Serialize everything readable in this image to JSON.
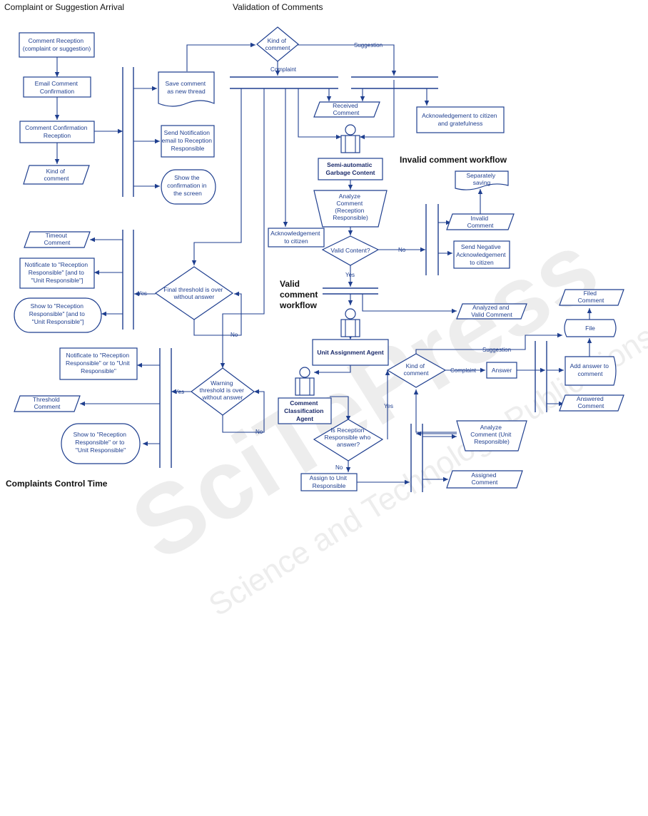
{
  "sections": {
    "arrival": "Complaint or Suggestion Arrival",
    "validation": "Validation of Comments",
    "invalid": "Invalid comment workflow",
    "valid": [
      "Valid",
      "comment",
      "workflow"
    ],
    "control": "Complaints Control Time"
  },
  "arrival": {
    "comment_reception": [
      "Comment Reception",
      "(complaint or suggestion)"
    ],
    "email_confirmation": [
      "Email Comment",
      "Confirmation"
    ],
    "confirmation_reception": [
      "Comment Confirmation",
      "Reception"
    ],
    "kind_of_comment": [
      "Kind of",
      "comment"
    ],
    "save_comment": [
      "Save comment",
      "as new thread"
    ],
    "send_notification": [
      "Send Notification",
      "email to Reception",
      "Responsible"
    ],
    "show_confirmation": [
      "Show the",
      "confirmation in",
      "the screen"
    ]
  },
  "validation": {
    "kind_decision": [
      "Kind of",
      "comment"
    ],
    "suggestion_label": "Suggestion",
    "complaint_label": "Complaint",
    "received_comment": [
      "Received",
      "Comment"
    ],
    "acknowledgement_gratefulness": [
      "Acknowledgement to citizen",
      "and gratefulness"
    ],
    "garbage_agent": [
      "Semi-automatic",
      "Garbage Content"
    ],
    "analyze_reception": [
      "Analyze",
      "Comment",
      "(Reception",
      "Responsible)"
    ],
    "acknowledgement_citizen": [
      "Acknowledgement",
      "to citizen"
    ],
    "valid_decision": [
      "Valid Content?"
    ],
    "no_label": "No",
    "yes_label": "Yes"
  },
  "invalid": {
    "separately_saving": [
      "Separately",
      "saving"
    ],
    "invalid_comment": [
      "Invalid",
      "Comment"
    ],
    "negative_ack": [
      "Send Negative",
      "Acknowledgement",
      "to citizen"
    ]
  },
  "valid": {
    "analyzed_valid": [
      "Analyzed and",
      "Valid Comment"
    ],
    "unit_agent": [
      "Unit Assignment Agent"
    ],
    "classification_agent": [
      "Comment",
      "Classification",
      "Agent"
    ],
    "kind_decision": [
      "Kind of",
      "comment"
    ],
    "suggestion_label": "Suggestion",
    "complaint_label": "Complaint",
    "answer": [
      "Answer"
    ],
    "filed_comment": [
      "Filed",
      "Comment"
    ],
    "file": [
      "File"
    ],
    "add_answer": [
      "Add answer to",
      "comment"
    ],
    "answered_comment": [
      "Answered",
      "Comment"
    ],
    "analyze_unit": [
      "Analyze",
      "Comment (Unit",
      "Responsible)"
    ],
    "reception_decision": [
      "Is Reception",
      "Responsible who",
      "answer?"
    ],
    "yes_label": "Yes",
    "no_label": "No",
    "assign_unit": [
      "Assign to Unit",
      "Responsible"
    ],
    "assigned_comment": [
      "Assigned",
      "Comment"
    ]
  },
  "control": {
    "timeout_comment": [
      "Timeout",
      "Comment"
    ],
    "notificate_and": [
      "Notificate to \"Reception",
      "Responsible\" [and to",
      "\"Unit Responsible\"]"
    ],
    "show_and": [
      "Show to \"Reception",
      "Responsible\" [and to",
      "\"Unit Responsible\"]"
    ],
    "final_threshold": [
      "Final threshold is over",
      "without answer"
    ],
    "yes_label": "Yes",
    "no_label": "No",
    "notificate_or": [
      "Notificate to \"Reception",
      "Responsible\" or to \"Unit",
      "Responsible\""
    ],
    "threshold_comment": [
      "Threshold",
      "Comment"
    ],
    "show_or": [
      "Show to \"Reception",
      "Responsible\" or to",
      "\"Unit Responsible\""
    ],
    "warning_threshold": [
      "Warning",
      "threshold is over",
      "without answer"
    ],
    "yes2_label": "Yes",
    "no2_label": "No"
  },
  "watermark": {
    "main": "SciTePress",
    "sub": "Science and Technology Publications"
  },
  "colors": {
    "shape_stroke": "#1f3f8f",
    "text": "#1f3f8f",
    "background": "#ffffff"
  }
}
